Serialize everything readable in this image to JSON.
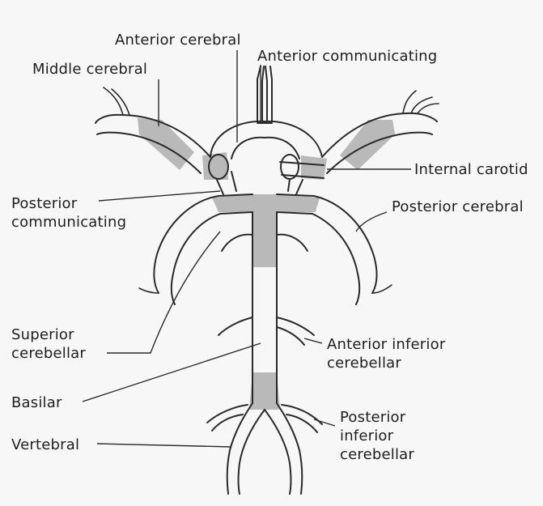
{
  "diagram": {
    "labels": {
      "anterior_cerebral": "Anterior cerebral",
      "anterior_communicating": "Anterior communicating",
      "middle_cerebral": "Middle cerebral",
      "internal_carotid": "Internal carotid",
      "posterior_communicating": "Posterior\ncommunicating",
      "posterior_cerebral": "Posterior cerebral",
      "superior_cerebellar": "Superior\ncerebellar",
      "anterior_inferior_cerebellar": "Anterior inferior\ncerebellar",
      "basilar": "Basilar",
      "posterior_inferior_cerebellar": "Posterior\ninferior\ncerebellar",
      "vertebral": "Vertebral"
    },
    "colors": {
      "background": "#f7f7f7",
      "line": "#2a2a2a",
      "shading": "#b9b9b9"
    }
  }
}
